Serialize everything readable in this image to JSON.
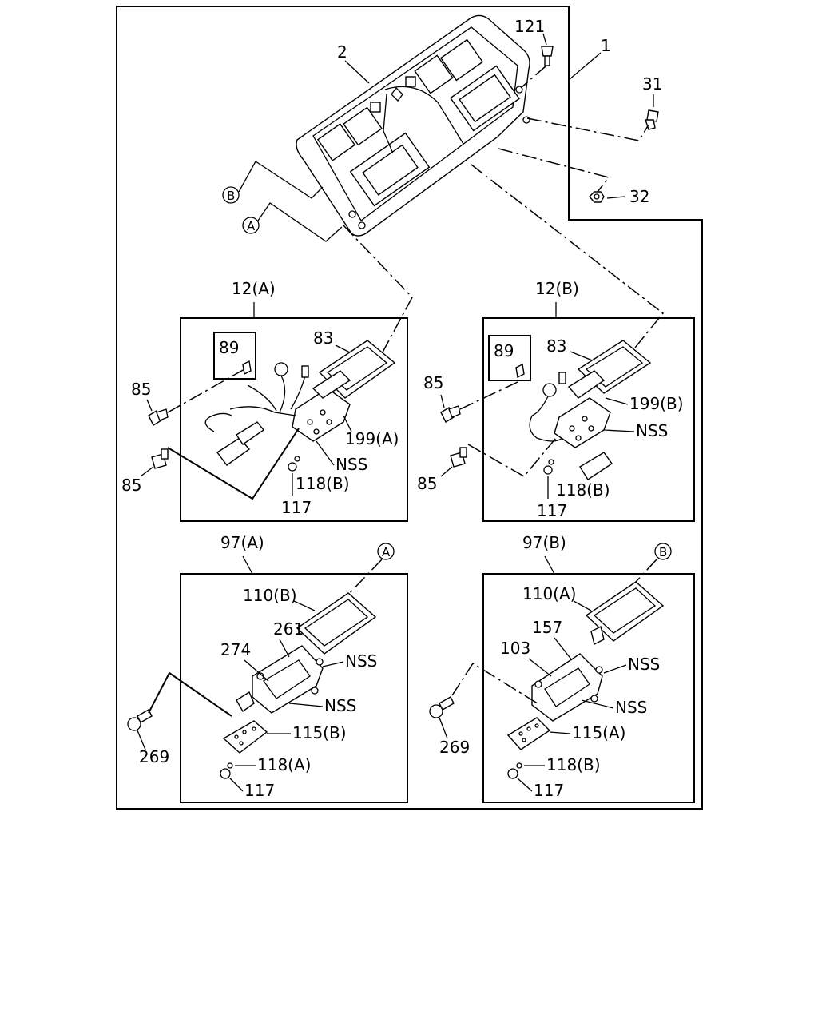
{
  "callouts": {
    "c1": "1",
    "c2": "2",
    "c121": "121",
    "c31": "31",
    "c32": "32",
    "ref_b_top": "B",
    "ref_a_top": "A",
    "sub12a": "12(A)",
    "sub12b": "12(B)",
    "c89a": "89",
    "c83a": "83",
    "c85a1": "85",
    "c85a2": "85",
    "c199a": "199(A)",
    "nssa": "NSS",
    "c118ba": "118(B)",
    "c117a": "117",
    "c89b": "89",
    "c83b": "83",
    "c85b1": "85",
    "c85b2": "85",
    "c199b": "199(B)",
    "nssb": "NSS",
    "c118bb": "118(B)",
    "c117b": "117",
    "sub97a": "97(A)",
    "sub97b": "97(B)",
    "ref_a_97": "A",
    "ref_b_97": "B",
    "c110b": "110(B)",
    "c261": "261",
    "c274": "274",
    "nss97a1": "NSS",
    "nss97a2": "NSS",
    "c115b": "115(B)",
    "c269a": "269",
    "c118aa": "118(A)",
    "c117c": "117",
    "c110a": "110(A)",
    "c157": "157",
    "c103": "103",
    "nss97b1": "NSS",
    "nss97b2": "NSS",
    "c115a": "115(A)",
    "c269b": "269",
    "c118bc": "118(B)",
    "c117d": "117"
  }
}
